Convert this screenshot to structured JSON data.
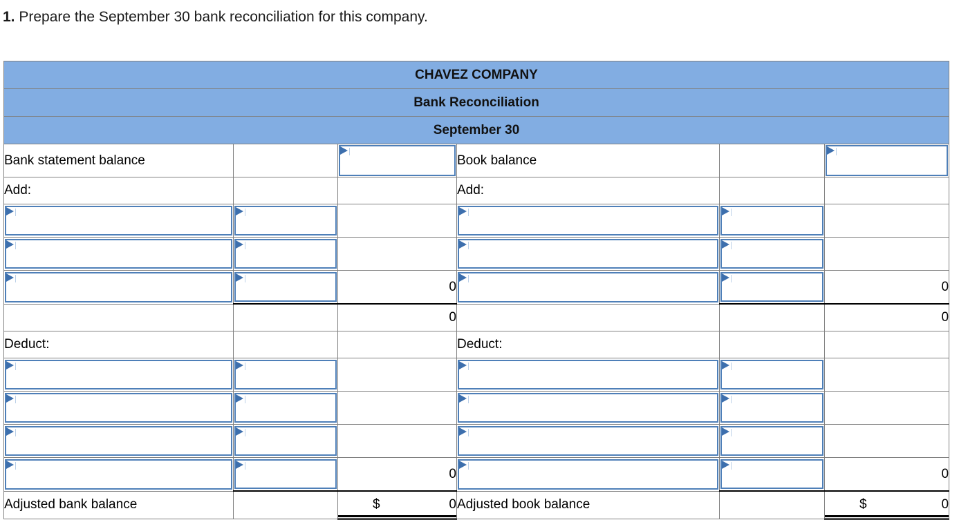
{
  "prompt": {
    "number": "1.",
    "text": "Prepare the September 30 bank reconciliation for this company."
  },
  "colors": {
    "header_blue": "#82ADE2",
    "entry_border": "#4E7FB8",
    "grid": "#808080",
    "marker": "#3D6FAD"
  },
  "worksheet": {
    "header": {
      "company": "CHAVEZ COMPANY",
      "statement": "Bank Reconciliation",
      "date": "September 30"
    },
    "left": {
      "opening_label": "Bank statement balance",
      "opening_value": "",
      "add_label": "Add:",
      "add_rows": [
        {
          "description": "",
          "amount": "",
          "total": ""
        },
        {
          "description": "",
          "amount": "",
          "total": ""
        },
        {
          "description": "",
          "amount": "",
          "total": "0"
        }
      ],
      "add_subtotal": "0",
      "deduct_label": "Deduct:",
      "deduct_rows": [
        {
          "description": "",
          "amount": "",
          "total": ""
        },
        {
          "description": "",
          "amount": "",
          "total": ""
        },
        {
          "description": "",
          "amount": "",
          "total": ""
        },
        {
          "description": "",
          "amount": "",
          "total": "0"
        }
      ],
      "adjusted_label": "Adjusted bank balance",
      "adjusted_currency": "$",
      "adjusted_value": "0"
    },
    "right": {
      "opening_label": "Book balance",
      "opening_value": "",
      "add_label": "Add:",
      "add_rows": [
        {
          "description": "",
          "amount": "",
          "total": ""
        },
        {
          "description": "",
          "amount": "",
          "total": ""
        },
        {
          "description": "",
          "amount": "",
          "total": "0"
        }
      ],
      "add_subtotal": "0",
      "deduct_label": "Deduct:",
      "deduct_rows": [
        {
          "description": "",
          "amount": "",
          "total": ""
        },
        {
          "description": "",
          "amount": "",
          "total": ""
        },
        {
          "description": "",
          "amount": "",
          "total": ""
        },
        {
          "description": "",
          "amount": "",
          "total": "0"
        }
      ],
      "adjusted_label": "Adjusted book balance",
      "adjusted_currency": "$",
      "adjusted_value": "0"
    }
  }
}
